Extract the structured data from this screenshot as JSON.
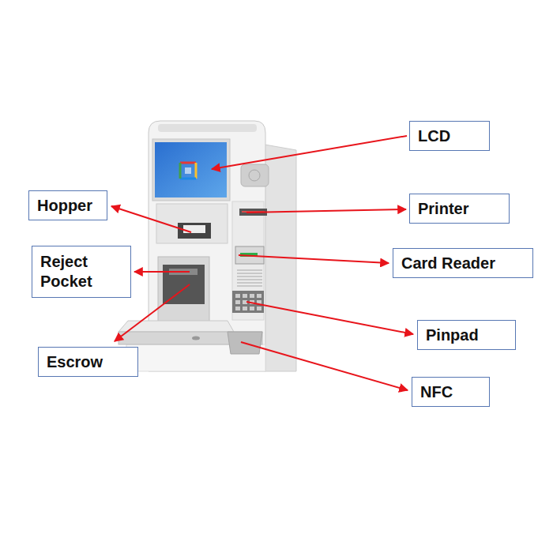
{
  "diagram": {
    "nodes": [
      {
        "text": [
          "LCD"
        ]
      },
      {
        "text": [
          "Hopper"
        ]
      },
      {
        "text": [
          "Printer"
        ]
      },
      {
        "text": [
          "Reject Pocket"
        ]
      },
      {
        "text": [
          "Card Reader"
        ]
      },
      {
        "text": [
          "Pinpad"
        ]
      },
      {
        "text": [
          "Escrow"
        ]
      },
      {
        "text": [
          "NFC"
        ]
      }
    ]
  }
}
